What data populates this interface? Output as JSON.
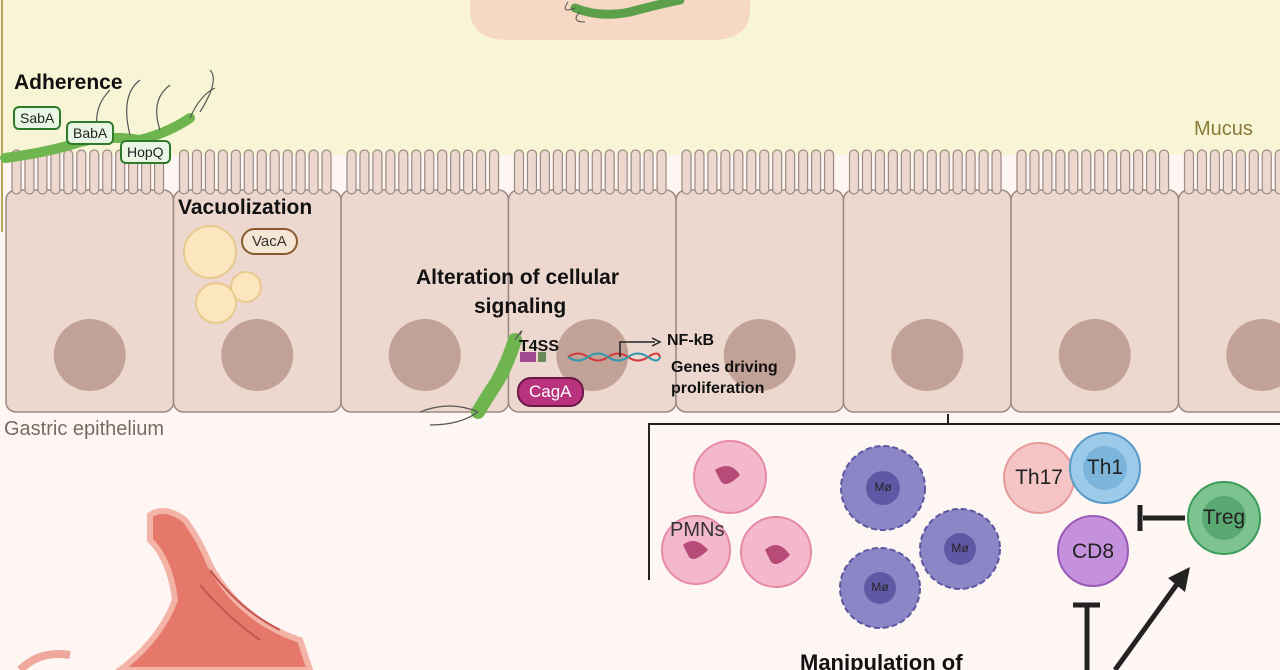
{
  "labels": {
    "mucus": "Mucus",
    "gastric_epithelium": "Gastric epithelium",
    "adherence": "Adherence",
    "vacuolization": "Vacuolization",
    "alteration_line1": "Alteration of cellular",
    "alteration_line2": "signaling",
    "t4ss": "T4SS",
    "nfkb": "NF-kB",
    "genes_line1": "Genes driving",
    "genes_line2": "proliferation",
    "pmns": "PMNs",
    "manipulation": "Manipulation of"
  },
  "adhesins": [
    "SabA",
    "BabA",
    "HopQ"
  ],
  "toxins": {
    "vaca": "VacA",
    "caga": "CagA"
  },
  "immune_cells": {
    "macrophage": "Mø",
    "th17": "Th17",
    "th1": "Th1",
    "cd8": "CD8",
    "treg": "Treg"
  },
  "colors": {
    "mucus": "#f8f5d6",
    "mucus_border": "#b8a35a",
    "epithelium": "#ecd8cf",
    "epithelium_border": "#9c8a84",
    "nucleus": "#c2a197",
    "bacterium": "#7cc05a",
    "pmn": "#f4b8cc",
    "macrophage": "#8c85c6",
    "th17": "#f5c4c4",
    "th1": "#9ccbea",
    "cd8": "#c691dc",
    "treg": "#7dc490"
  }
}
